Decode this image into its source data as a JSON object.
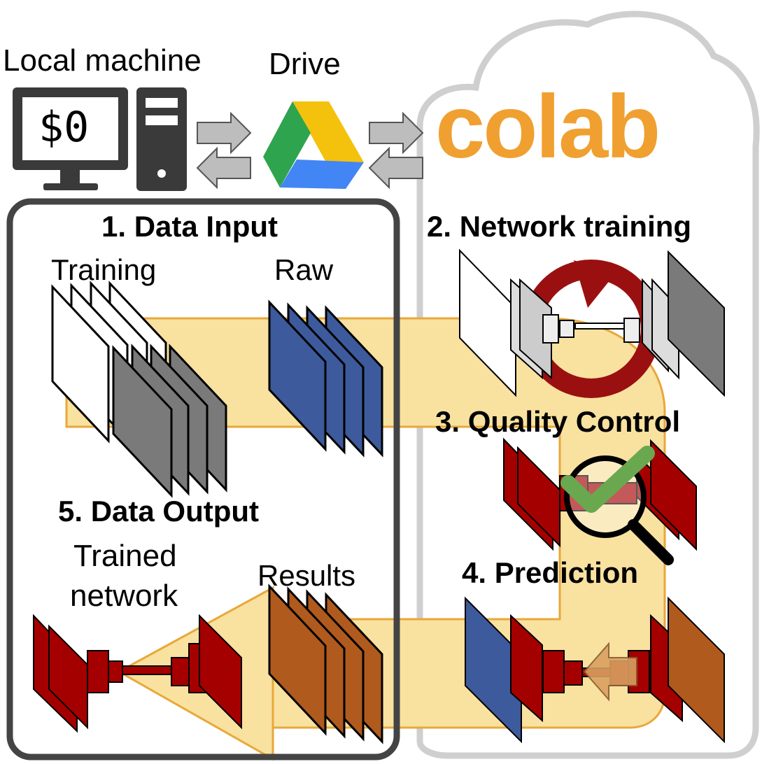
{
  "top": {
    "local_machine_label": "Local machine",
    "monitor_text": "$0",
    "drive_label": "Drive",
    "colab_logo_text": "colab"
  },
  "steps": {
    "data_input": "1. Data Input",
    "network_training": "2. Network training",
    "quality_control": "3. Quality Control",
    "prediction": "4. Prediction",
    "data_output": "5. Data Output"
  },
  "items": {
    "training": "Training",
    "raw": "Raw",
    "trained_network_line1": "Trained",
    "trained_network_line2": "network",
    "results": "Results"
  },
  "colors": {
    "flow": "#f9e1a0",
    "flow_edge": "#e8a83a",
    "raw_blue": "#3d5a9c",
    "gray_stack": "#7a7a7a",
    "network_red": "#a50000",
    "result_orange": "#b05a1e",
    "colab_orange": "#f0a030",
    "check_green": "#6aa84f"
  }
}
